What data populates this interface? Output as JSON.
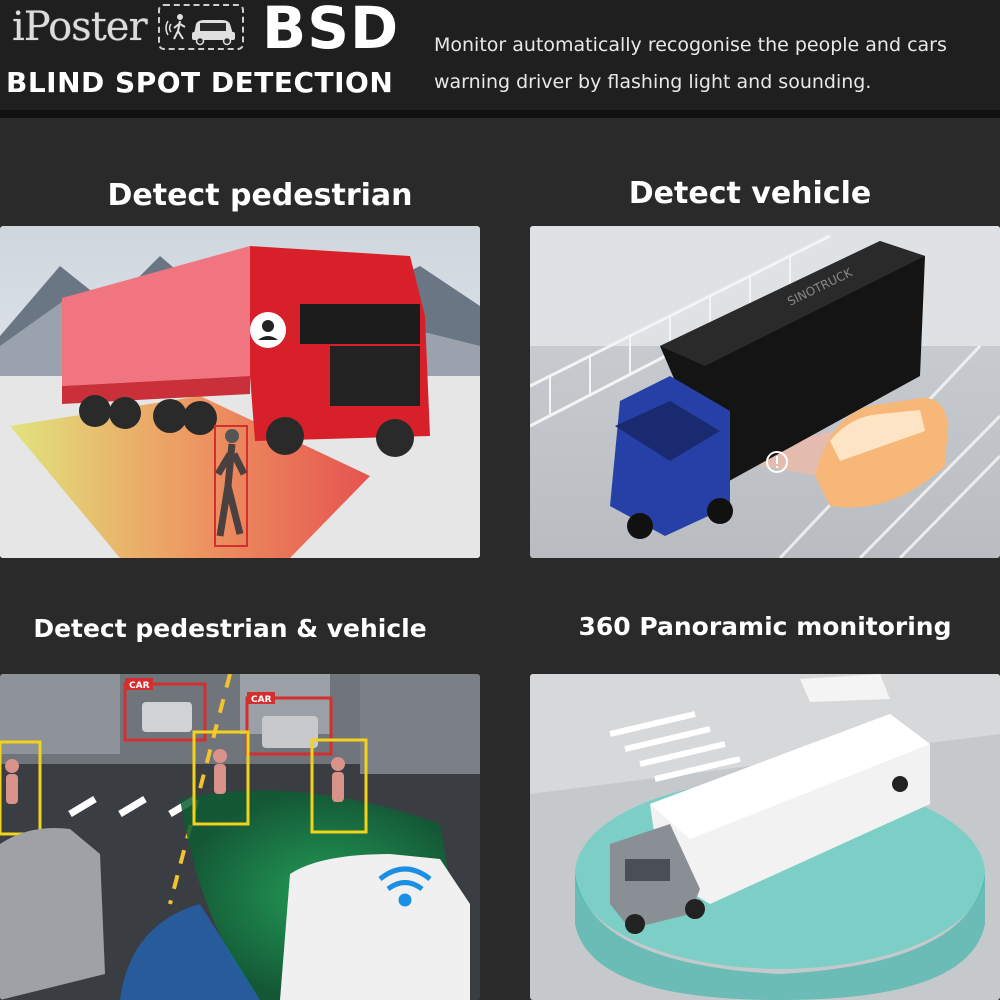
{
  "header": {
    "brand": "iPoster",
    "title": "BSD",
    "subtitle": "BLIND SPOT DETECTION",
    "description_line1": "Monitor automatically recogonise the people and cars",
    "description_line2": "warning driver by flashing light and sounding."
  },
  "panels": [
    {
      "caption": "Detect pedestrian"
    },
    {
      "caption": "Detect vehicle",
      "truck_brand": "SINOTRUCK"
    },
    {
      "caption": "Detect pedestrian & vehicle",
      "box_label_1": "CAR",
      "box_label_2": "CAR"
    },
    {
      "caption": "360 Panoramic monitoring"
    }
  ],
  "colors": {
    "background": "#2a2a2a",
    "red_truck": "#d8202a",
    "detect_red": "#d32f2f",
    "detect_yellow": "#f2d21b",
    "teal_zone": "#3fd1c2",
    "blue_truck": "#2740a8"
  }
}
